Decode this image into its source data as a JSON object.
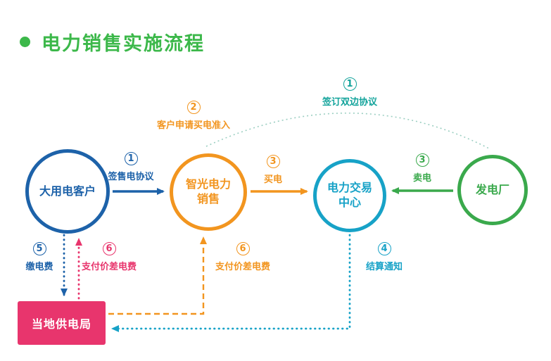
{
  "title": "电力销售实施流程",
  "colors": {
    "green": "#3cb84a",
    "green2": "#3aa94c",
    "blue": "#1d62a9",
    "orange": "#f2951f",
    "cyan": "#17a2c7",
    "pink": "#e8356d",
    "teal": "#12a39b",
    "arc": "#9ccfc2"
  },
  "nodes": {
    "customer": {
      "label": "大用电客户"
    },
    "seller": {
      "line1": "智光电力",
      "line2": "销售"
    },
    "trade": {
      "line1": "电力交易",
      "line2": "中心"
    },
    "plant": {
      "label": "发电厂"
    },
    "bureau": {
      "label": "当地供电局"
    }
  },
  "steps": {
    "sign_sale": {
      "num": "1",
      "label": "签售电协议"
    },
    "apply": {
      "num": "2",
      "label": "客户申请买电准入"
    },
    "bilateral": {
      "num": "1",
      "label": "签订双边协议"
    },
    "buy": {
      "num": "3",
      "label": "买电"
    },
    "sell": {
      "num": "3",
      "label": "卖电"
    },
    "notice": {
      "num": "4",
      "label": "结算通知"
    },
    "pay_fee": {
      "num": "5",
      "label": "缴电费"
    },
    "diff_pink": {
      "num": "6",
      "label": "支付价差电费"
    },
    "diff_orange": {
      "num": "6",
      "label": "支付价差电费"
    }
  }
}
